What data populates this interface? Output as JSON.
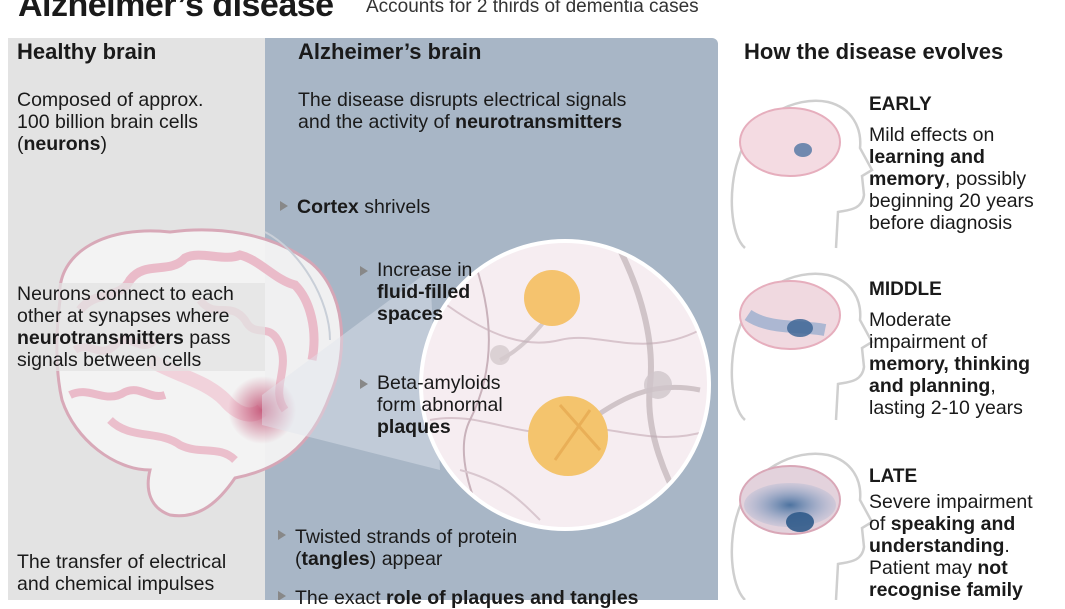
{
  "header": {
    "title": "Alzheimer’s disease",
    "subtitle": "Accounts for 2 thirds of dementia cases"
  },
  "healthy": {
    "heading": "Healthy brain",
    "composed_1": "Composed of approx.",
    "composed_2": "100 billion brain cells",
    "composed_3_pre": "(",
    "composed_3_bold": "neurons",
    "composed_3_post": ")",
    "neurons_1": "Neurons connect to each",
    "neurons_2": "other at synapses where",
    "neurons_3_bold": "neurotransmitters",
    "neurons_3_post": " pass",
    "neurons_4": "signals between cells",
    "transfer_1": "The transfer of electrical",
    "transfer_2": "and chemical impulses"
  },
  "alzheimers": {
    "heading": "Alzheimer’s brain",
    "disrupt_1": "The disease disrupts electrical signals",
    "disrupt_2_pre": "and the activity of ",
    "disrupt_2_bold": "neurotransmitters",
    "cortex_bold": "Cortex",
    "cortex_post": " shrivels",
    "fluid_1": "Increase in",
    "fluid_2_bold": "fluid-filled",
    "fluid_3_bold": "spaces",
    "beta_1": "Beta-amyloids",
    "beta_2": "form abnormal",
    "beta_3_bold": "plaques",
    "tangles_1": "Twisted strands of protein",
    "tangles_2_pre": "(",
    "tangles_2_bold": "tangles",
    "tangles_2_post": ") appear",
    "exact_pre": "The exact ",
    "exact_bold": "role of plaques and tangles"
  },
  "evolution": {
    "heading": "How the disease evolves",
    "early": {
      "label": "EARLY",
      "l1": "Mild effects on",
      "l2_bold": "learning and",
      "l3_bold": "memory",
      "l3_post": ", possibly",
      "l4": "beginning 20 years",
      "l5": "before diagnosis"
    },
    "middle": {
      "label": "MIDDLE",
      "l1": "Moderate",
      "l2": "impairment of",
      "l3_bold": "memory, thinking",
      "l4_bold": "and planning",
      "l4_post": ",",
      "l5": "lasting 2-10 years"
    },
    "late": {
      "label": "LATE",
      "l1": "Severe impairment",
      "l2_pre": "of ",
      "l2_bold": "speaking and",
      "l3_bold": "understanding",
      "l3_post": ".",
      "l4_pre": "Patient may ",
      "l4_bold": "not",
      "l5_bold": "recognise family"
    }
  },
  "colors": {
    "healthy_panel": "#e3e3e3",
    "alz_panel": "#a8b6c6",
    "brain_pink": "#e8a0b4",
    "plaque": "#f2c26a",
    "affected_area": "#4a6f9a"
  }
}
